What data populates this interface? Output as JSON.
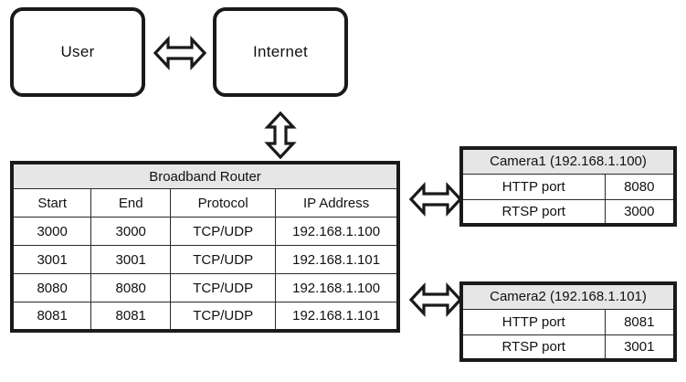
{
  "nodes": {
    "user": {
      "label": "User"
    },
    "internet": {
      "label": "Internet"
    }
  },
  "router_table": {
    "title": "Broadband Router",
    "columns": [
      "Start",
      "End",
      "Protocol",
      "IP Address"
    ],
    "rows": [
      [
        "3000",
        "3000",
        "TCP/UDP",
        "192.168.1.100"
      ],
      [
        "3001",
        "3001",
        "TCP/UDP",
        "192.168.1.101"
      ],
      [
        "8080",
        "8080",
        "TCP/UDP",
        "192.168.1.100"
      ],
      [
        "8081",
        "8081",
        "TCP/UDP",
        "192.168.1.101"
      ]
    ]
  },
  "camera1_table": {
    "title": "Camera1 (192.168.1.100)",
    "rows": [
      {
        "label": "HTTP port",
        "value": "8080"
      },
      {
        "label": "RTSP port",
        "value": "3000"
      }
    ]
  },
  "camera2_table": {
    "title": "Camera2 (192.168.1.101)",
    "rows": [
      {
        "label": "HTTP port",
        "value": "8081"
      },
      {
        "label": "RTSP port",
        "value": "3001"
      }
    ]
  },
  "arrows": {
    "user_internet": "double-arrow-horizontal-icon",
    "internet_router": "double-arrow-vertical-icon",
    "router_camera1": "double-arrow-horizontal-icon",
    "router_camera2": "double-arrow-horizontal-icon"
  },
  "colors": {
    "stroke": "#1a1a1a",
    "header_fill": "#e6e6e6",
    "background": "#ffffff"
  }
}
